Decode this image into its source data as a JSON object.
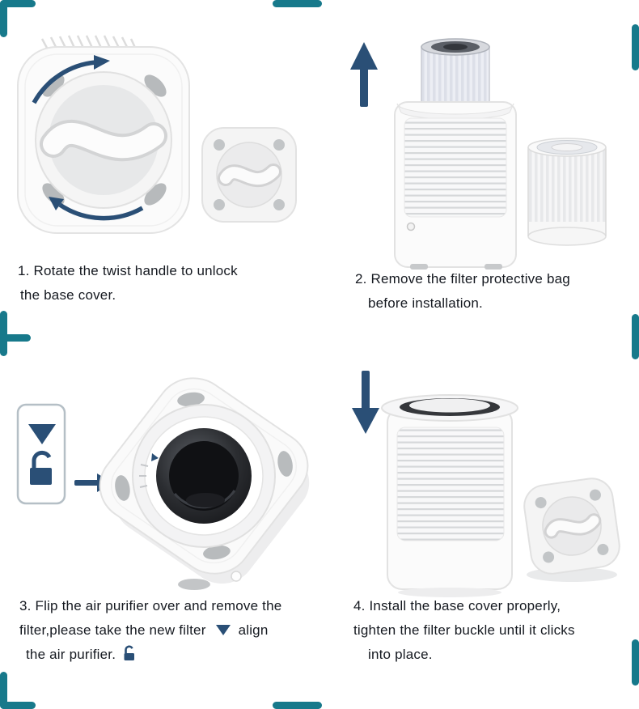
{
  "colors": {
    "accent_teal": "#17798b",
    "icon_navy": "#2a4f76",
    "text": "#151920",
    "device_gray": "#b8bbbd"
  },
  "steps": [
    {
      "id": 1,
      "caption": {
        "line1": "1. Rotate the twist handle to unlock",
        "line2": "the base cover."
      },
      "icons": [
        "rotate-arrows"
      ],
      "illustration": "purifier-bottom-view-with-twist-handle-and-base-cover"
    },
    {
      "id": 2,
      "caption": {
        "line1": "2. Remove the filter protective bag",
        "line2": "before installation."
      },
      "icons": [
        "up-arrow"
      ],
      "illustration": "filter-lifted-out-of-purifier-plus-new-filter"
    },
    {
      "id": 3,
      "caption": {
        "line1": "3. Flip the air purifier over and remove the",
        "line2_before": "filter,please take the new filter",
        "line2_after": "align",
        "line3": "the air purifier."
      },
      "icons": [
        "down-triangle",
        "unlock-padlock",
        "right-arrow"
      ],
      "illustration": "flipped-purifier-showing-filter-cavity"
    },
    {
      "id": 4,
      "caption": {
        "line1": "4. Install the base cover properly,",
        "line2": "tighten the filter buckle until it clicks",
        "line3": "into place."
      },
      "icons": [
        "down-arrow"
      ],
      "illustration": "upside-down-purifier-with-base-cover"
    }
  ]
}
